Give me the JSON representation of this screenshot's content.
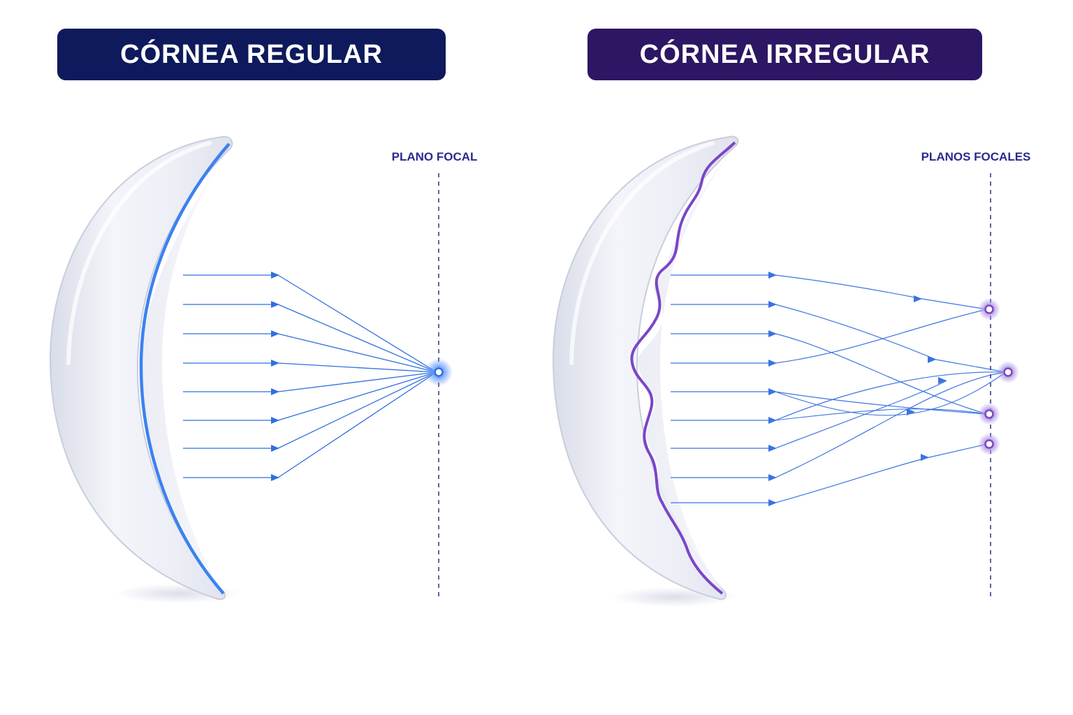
{
  "left_panel": {
    "title": "CÓRNEA REGULAR",
    "plane_label": "PLANO FOCAL",
    "title_color": "#0e1a5c",
    "ray_color": "#2f6fe0"
  },
  "right_panel": {
    "title": "CÓRNEA IRREGULAR",
    "plane_label": "PLANOS FOCALES",
    "title_color": "#2d1663",
    "ray_color": "#3b74e0"
  }
}
